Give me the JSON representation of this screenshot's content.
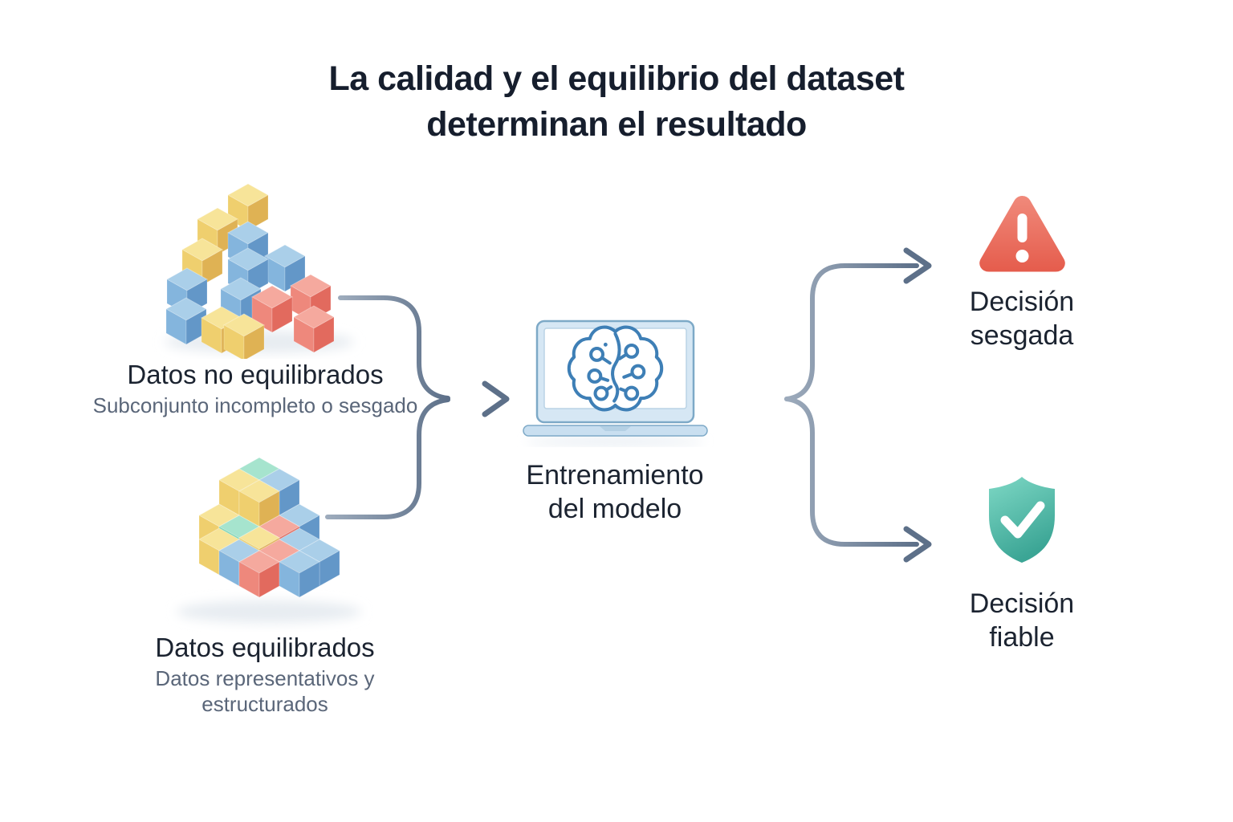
{
  "title": {
    "line1": "La calidad y el equilibrio del dataset",
    "line2": "determinan el resultado"
  },
  "inputs": [
    {
      "id": "unbalanced-data",
      "label": "Datos no equilibrados",
      "sublabel": "Subconjunto incompleto o sesgado",
      "icon": "unbalanced-cubes-illustration"
    },
    {
      "id": "balanced-data",
      "label": "Datos equilibrados",
      "sublabel": "Datos representativos y estructurados",
      "icon": "balanced-cubes-illustration"
    }
  ],
  "process": {
    "label_line1": "Entrenamiento",
    "label_line2": "del modelo",
    "icon": "laptop-brain-icon"
  },
  "outcomes": [
    {
      "id": "biased-decision",
      "label_line1": "Decisión",
      "label_line2": "sesgada",
      "icon": "warning-triangle-icon",
      "color": "#ea6a5c"
    },
    {
      "id": "reliable-decision",
      "label_line1": "Decisión",
      "label_line2": "fiable",
      "icon": "shield-check-icon",
      "color": "#46b7a5"
    }
  ],
  "colors": {
    "background": "#ffffff",
    "text_dark": "#1b2330",
    "text_muted": "#5a6679",
    "arrow": "#8493a6",
    "warning_red": "#ea6a5c",
    "success_teal": "#46b7a5",
    "laptop_blue": "#c9dff0",
    "brain_blue": "#3e7fb6",
    "cube_yellow": "#efcf6e",
    "cube_blue": "#84b5dd",
    "cube_red": "#ee887c",
    "cube_teal": "#7cd5ba"
  }
}
